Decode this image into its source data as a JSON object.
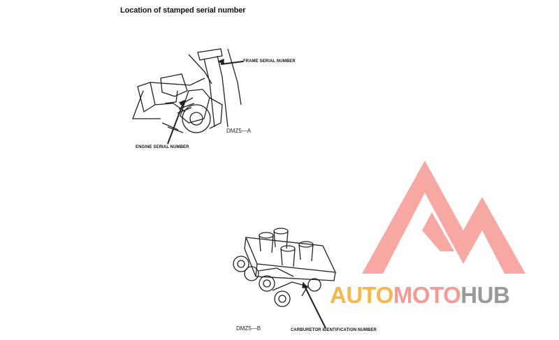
{
  "page": {
    "title": "Location of stamped serial number"
  },
  "figure_a": {
    "frame_label": "FRAME SERIAL NUMBER",
    "engine_label": "ENGINE SERIAL NUMBER",
    "code": "DMZ5—A"
  },
  "figure_b": {
    "carb_label": "CARBURETOR IDENTIFICATION NUMBER",
    "code": "DMZ5—B"
  },
  "watermark": {
    "part1": "AUTO",
    "part2": "MOTO",
    "part3": "HUB",
    "color_accent": "#f5b64a",
    "color_brand": "#f59a95",
    "color_dark": "#9a9a9a"
  }
}
